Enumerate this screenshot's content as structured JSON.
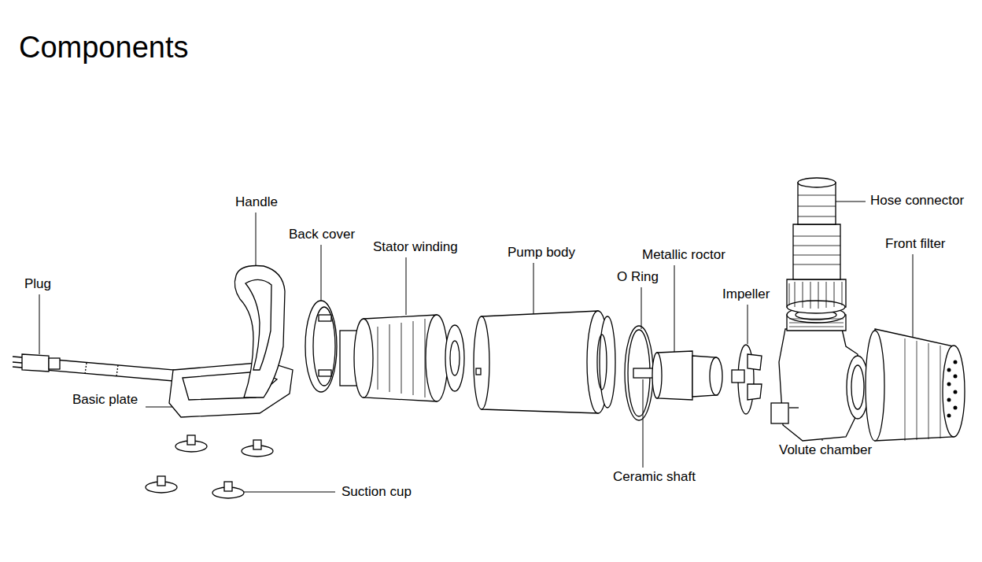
{
  "diagram": {
    "title": "Components",
    "labels": [
      "Handle",
      "Back cover",
      "Stator winding",
      "Pump body",
      "Metallic roctor",
      "O Ring",
      "Impeller",
      "Hose connector",
      "Front filter",
      "Volute chamber",
      "Plug",
      "Basic plate",
      "Suction cup",
      "Ceramic shaft"
    ]
  }
}
